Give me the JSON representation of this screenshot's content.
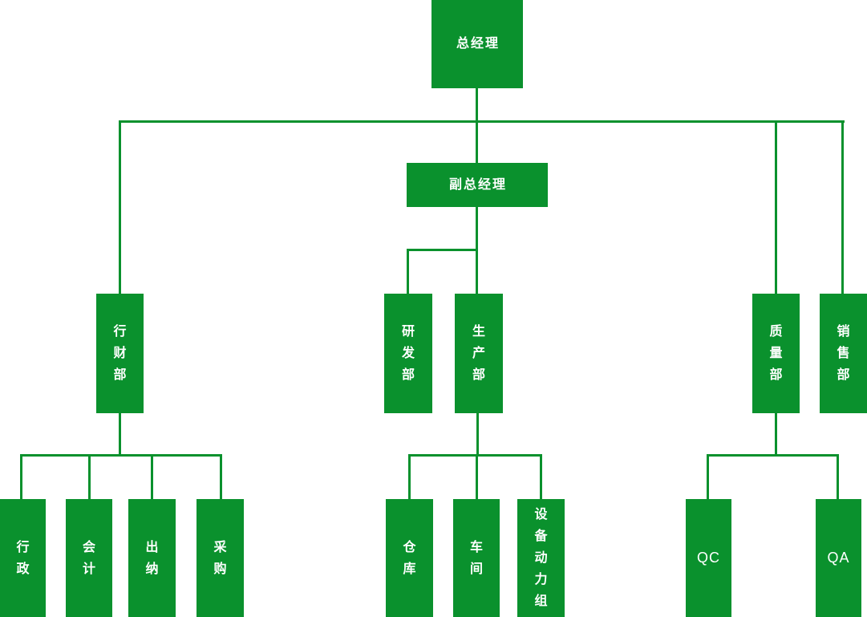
{
  "org_chart": {
    "accent_color": "#0a912d",
    "text_color": "#ffffff",
    "nodes": {
      "general_manager": {
        "label": "总经理"
      },
      "deputy_general_manager": {
        "label": "副总经理"
      },
      "admin_finance_dept": {
        "label": "行财部"
      },
      "rd_dept": {
        "label": "研发部"
      },
      "production_dept": {
        "label": "生产部"
      },
      "quality_dept": {
        "label": "质量部"
      },
      "sales_dept": {
        "label": "销售部"
      },
      "administration": {
        "label": "行政"
      },
      "accounting": {
        "label": "会计"
      },
      "cashier": {
        "label": "出纳"
      },
      "procurement": {
        "label": "采购"
      },
      "warehouse": {
        "label": "仓库"
      },
      "workshop": {
        "label": "车间"
      },
      "equipment_power_group": {
        "label": "设备动力组"
      },
      "qc": {
        "label": "QC"
      },
      "qa": {
        "label": "QA"
      }
    },
    "hierarchy": {
      "总经理": [
        "行财部",
        "副总经理",
        "质量部",
        "销售部"
      ],
      "副总经理": [
        "研发部",
        "生产部"
      ],
      "行财部": [
        "行政",
        "会计",
        "出纳",
        "采购"
      ],
      "生产部": [
        "仓库",
        "车间",
        "设备动力组"
      ],
      "质量部": [
        "QC",
        "QA"
      ]
    }
  }
}
